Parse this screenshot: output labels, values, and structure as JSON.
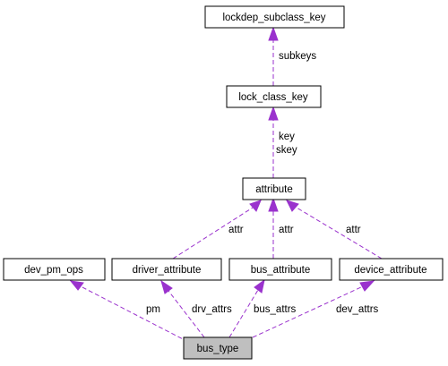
{
  "nodes": {
    "lockdep_subclass_key": "lockdep_subclass_key",
    "lock_class_key": "lock_class_key",
    "attribute": "attribute",
    "dev_pm_ops": "dev_pm_ops",
    "driver_attribute": "driver_attribute",
    "bus_attribute": "bus_attribute",
    "device_attribute": "device_attribute",
    "bus_type": "bus_type"
  },
  "edges": {
    "subkeys": "subkeys",
    "key": "key",
    "skey": "skey",
    "attr_driver": "attr",
    "attr_bus": "attr",
    "attr_device": "attr",
    "pm": "pm",
    "drv_attrs": "drv_attrs",
    "bus_attrs": "bus_attrs",
    "dev_attrs": "dev_attrs"
  },
  "colors": {
    "edge": "#9a32cd",
    "highlight_fill": "#bfbfbf"
  }
}
